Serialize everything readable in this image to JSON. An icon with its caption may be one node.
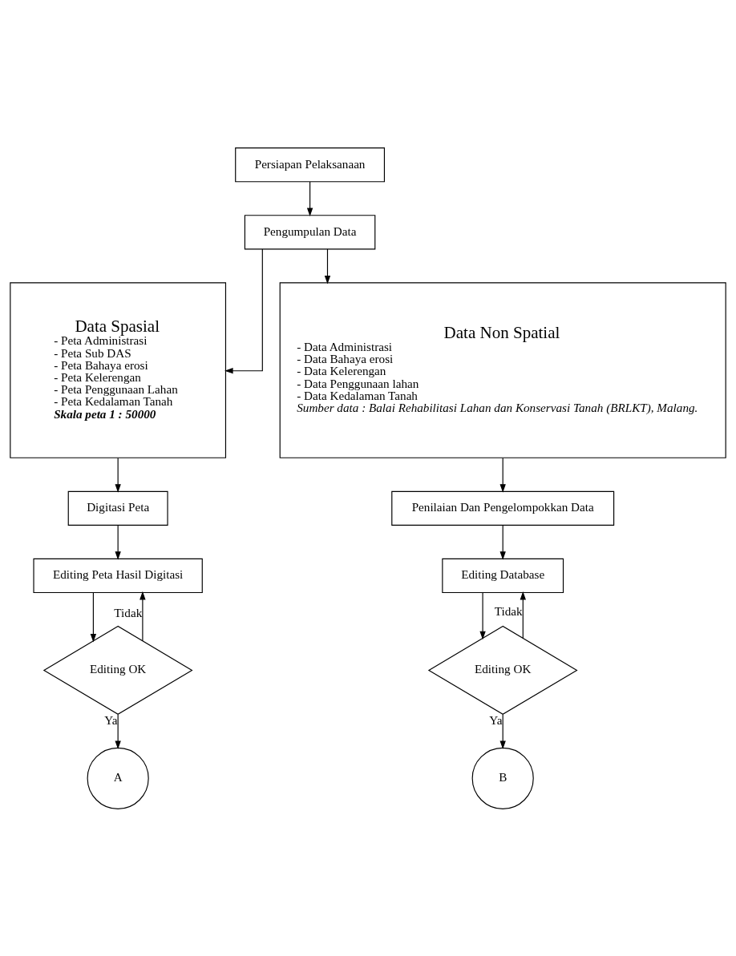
{
  "diagram": {
    "nodes": [
      {
        "text": [
          "Persiapan Pelaksanaan"
        ]
      },
      {
        "text": [
          "Pengumpulan Data"
        ]
      },
      {
        "text": [
          "Data Spasial",
          "- Peta Administrasi",
          "- Peta Sub DAS",
          "- Peta Bahaya erosi",
          "- Peta Kelerengan",
          "- Peta Penggunaan Lahan",
          "- Peta Kedalaman Tanah",
          "Skala peta 1 : 50000"
        ]
      },
      {
        "text": [
          "Data Non Spatial",
          "- Data Administrasi",
          "- Data Bahaya erosi",
          "- Data Kelerengan",
          "- Data Penggunaan lahan",
          "- Data Kedalaman Tanah",
          "Sumber data : Balai Rehabilitasi Lahan dan Konservasi Tanah (BRLKT), Malang."
        ]
      },
      {
        "text": [
          "Digitasi Peta"
        ]
      },
      {
        "text": [
          "Penilaian Dan Pengelompokkan Data"
        ]
      },
      {
        "text": [
          "Editing Peta Hasil Digitasi"
        ]
      },
      {
        "text": [
          "Editing Database"
        ]
      },
      {
        "text": [
          "Editing OK"
        ]
      },
      {
        "text": [
          "Editing OK"
        ]
      },
      {
        "text": [
          "A"
        ]
      },
      {
        "text": [
          "B"
        ]
      }
    ],
    "edges": [
      {
        "from": 0,
        "to": 1,
        "arrow": "to"
      },
      {
        "from": 1,
        "to": 2,
        "arrow": "to"
      },
      {
        "from": 1,
        "to": 3,
        "arrow": "to"
      },
      {
        "from": 2,
        "to": 4,
        "arrow": "to"
      },
      {
        "from": 3,
        "to": 5,
        "arrow": "to"
      },
      {
        "from": 4,
        "to": 6,
        "arrow": "to"
      },
      {
        "from": 5,
        "to": 7,
        "arrow": "to"
      },
      {
        "from": 6,
        "to": 8,
        "arrow": "to"
      },
      {
        "from": 7,
        "to": 9,
        "arrow": "to"
      },
      {
        "from": 8,
        "to": 6,
        "arrow": "to",
        "label": "Tidak"
      },
      {
        "from": 9,
        "to": 7,
        "arrow": "to",
        "label": "Tidak"
      },
      {
        "from": 8,
        "to": 10,
        "arrow": "to",
        "label": "Ya"
      },
      {
        "from": 9,
        "to": 11,
        "arrow": "to",
        "label": "Ya"
      }
    ]
  }
}
